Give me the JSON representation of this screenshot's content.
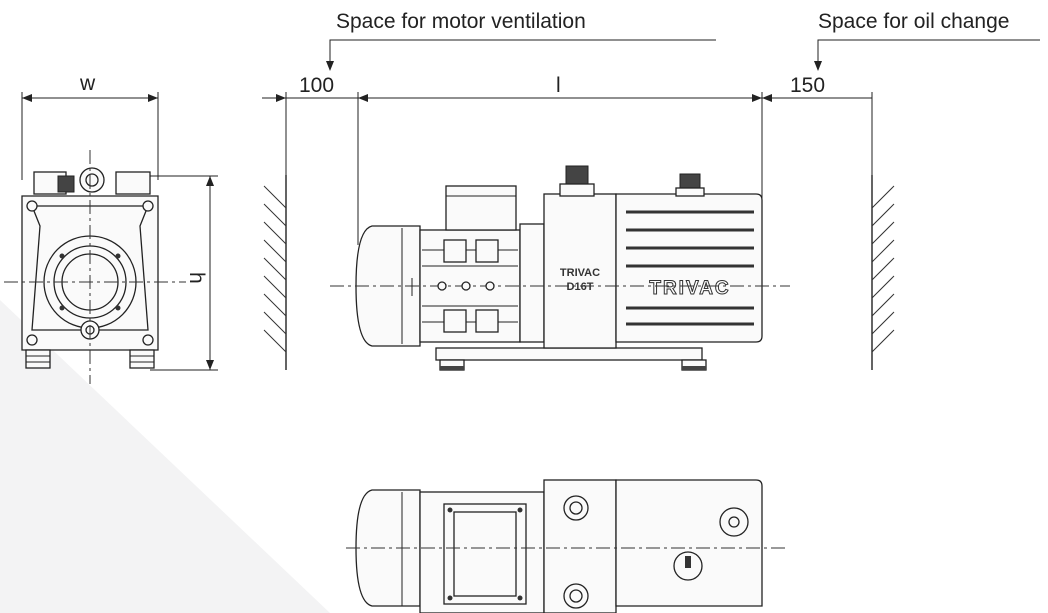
{
  "annotations": {
    "motor_ventilation": "Space for motor ventilation",
    "oil_change": "Space for oil change"
  },
  "dimensions": {
    "width_label": "w",
    "height_label": "h",
    "length_label": "l",
    "motor_clearance": "100",
    "oil_clearance": "150"
  },
  "pump": {
    "brand": "TRIVAC",
    "model_line1": "TRIVAC",
    "model_line2": "D16T"
  }
}
